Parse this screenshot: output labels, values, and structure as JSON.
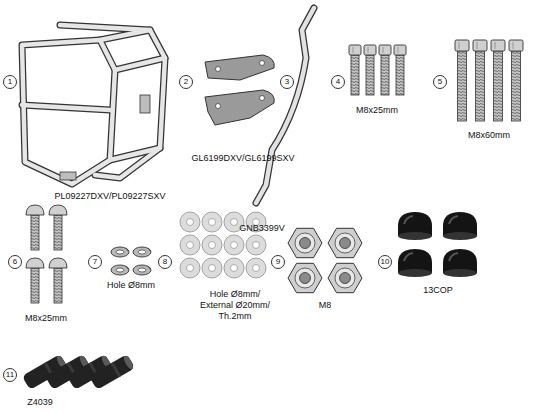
{
  "diagram": {
    "labels": [
      "1",
      "PL09227DXV/PL09227SXV",
      "2",
      "3",
      "GL6199DXV/GL6199SXV",
      "4",
      "M8x25mm",
      "5",
      "M8x60mm",
      "GNB3399V",
      "6",
      "M8x25mm",
      "7",
      "Hole Ø8mm",
      "8",
      "Hole Ø8mm/ External Ø20mm/ Th.2mm",
      "9",
      "M8",
      "10",
      "13COP",
      "11",
      "Z4039"
    ]
  }
}
